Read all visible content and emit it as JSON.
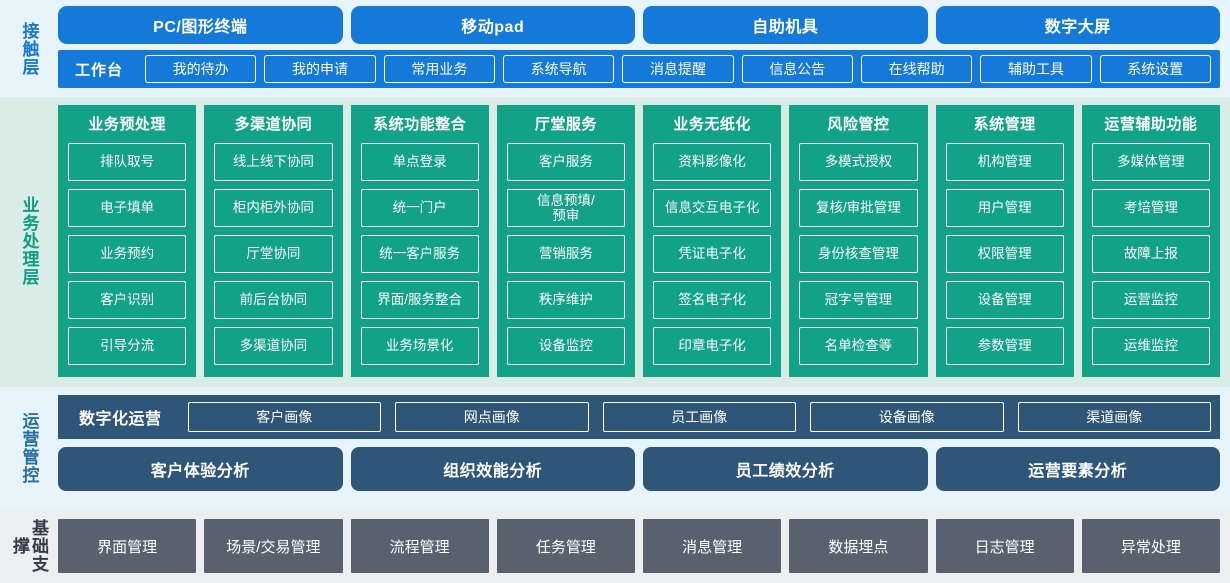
{
  "layers": {
    "contact": {
      "label": "接触层",
      "channels": [
        "PC/图形终端",
        "移动pad",
        "自助机具",
        "数字大屏"
      ],
      "workbench_title": "工作台",
      "functions": [
        "我的待办",
        "我的申请",
        "常用业务",
        "系统导航",
        "消息提醒",
        "信息公告",
        "在线帮助",
        "辅助工具",
        "系统设置"
      ],
      "accent": "#1479d8"
    },
    "business": {
      "label": "业务处理层",
      "accent": "#12a288",
      "columns": [
        {
          "title": "业务预处理",
          "items": [
            "排队取号",
            "电子填单",
            "业务预约",
            "客户识别",
            "引导分流"
          ]
        },
        {
          "title": "多渠道协同",
          "items": [
            "线上线下协同",
            "柜内柜外协同",
            "厅堂协同",
            "前后台协同",
            "多渠道协同"
          ]
        },
        {
          "title": "系统功能整合",
          "items": [
            "单点登录",
            "统一门户",
            "统一客户服务",
            "界面/服务整合",
            "业务场景化"
          ]
        },
        {
          "title": "厅堂服务",
          "items": [
            "客户服务",
            "信息预填/\n预审",
            "营销服务",
            "秩序维护",
            "设备监控"
          ]
        },
        {
          "title": "业务无纸化",
          "items": [
            "资料影像化",
            "信息交互电子化",
            "凭证电子化",
            "签名电子化",
            "印章电子化"
          ]
        },
        {
          "title": "风险管控",
          "items": [
            "多模式授权",
            "复核/审批管理",
            "身份核查管理",
            "冠字号管理",
            "名单检查等"
          ]
        },
        {
          "title": "系统管理",
          "items": [
            "机构管理",
            "用户管理",
            "权限管理",
            "设备管理",
            "参数管理"
          ]
        },
        {
          "title": "运营辅助功能",
          "items": [
            "多媒体管理",
            "考培管理",
            "故障上报",
            "运营监控",
            "运维监控"
          ]
        }
      ]
    },
    "operations": {
      "label": "运营管控",
      "accent": "#2f5679",
      "digital_title": "数字化运营",
      "portraits": [
        "客户画像",
        "网点画像",
        "员工画像",
        "设备画像",
        "渠道画像"
      ],
      "analyses": [
        "客户体验分析",
        "组织效能分析",
        "员工绩效分析",
        "运营要素分析"
      ]
    },
    "foundation": {
      "label": "基础支撑",
      "accent": "#59616f",
      "items": [
        "界面管理",
        "场景/交易管理",
        "流程管理",
        "任务管理",
        "消息管理",
        "数据埋点",
        "日志管理",
        "异常处理"
      ]
    }
  }
}
